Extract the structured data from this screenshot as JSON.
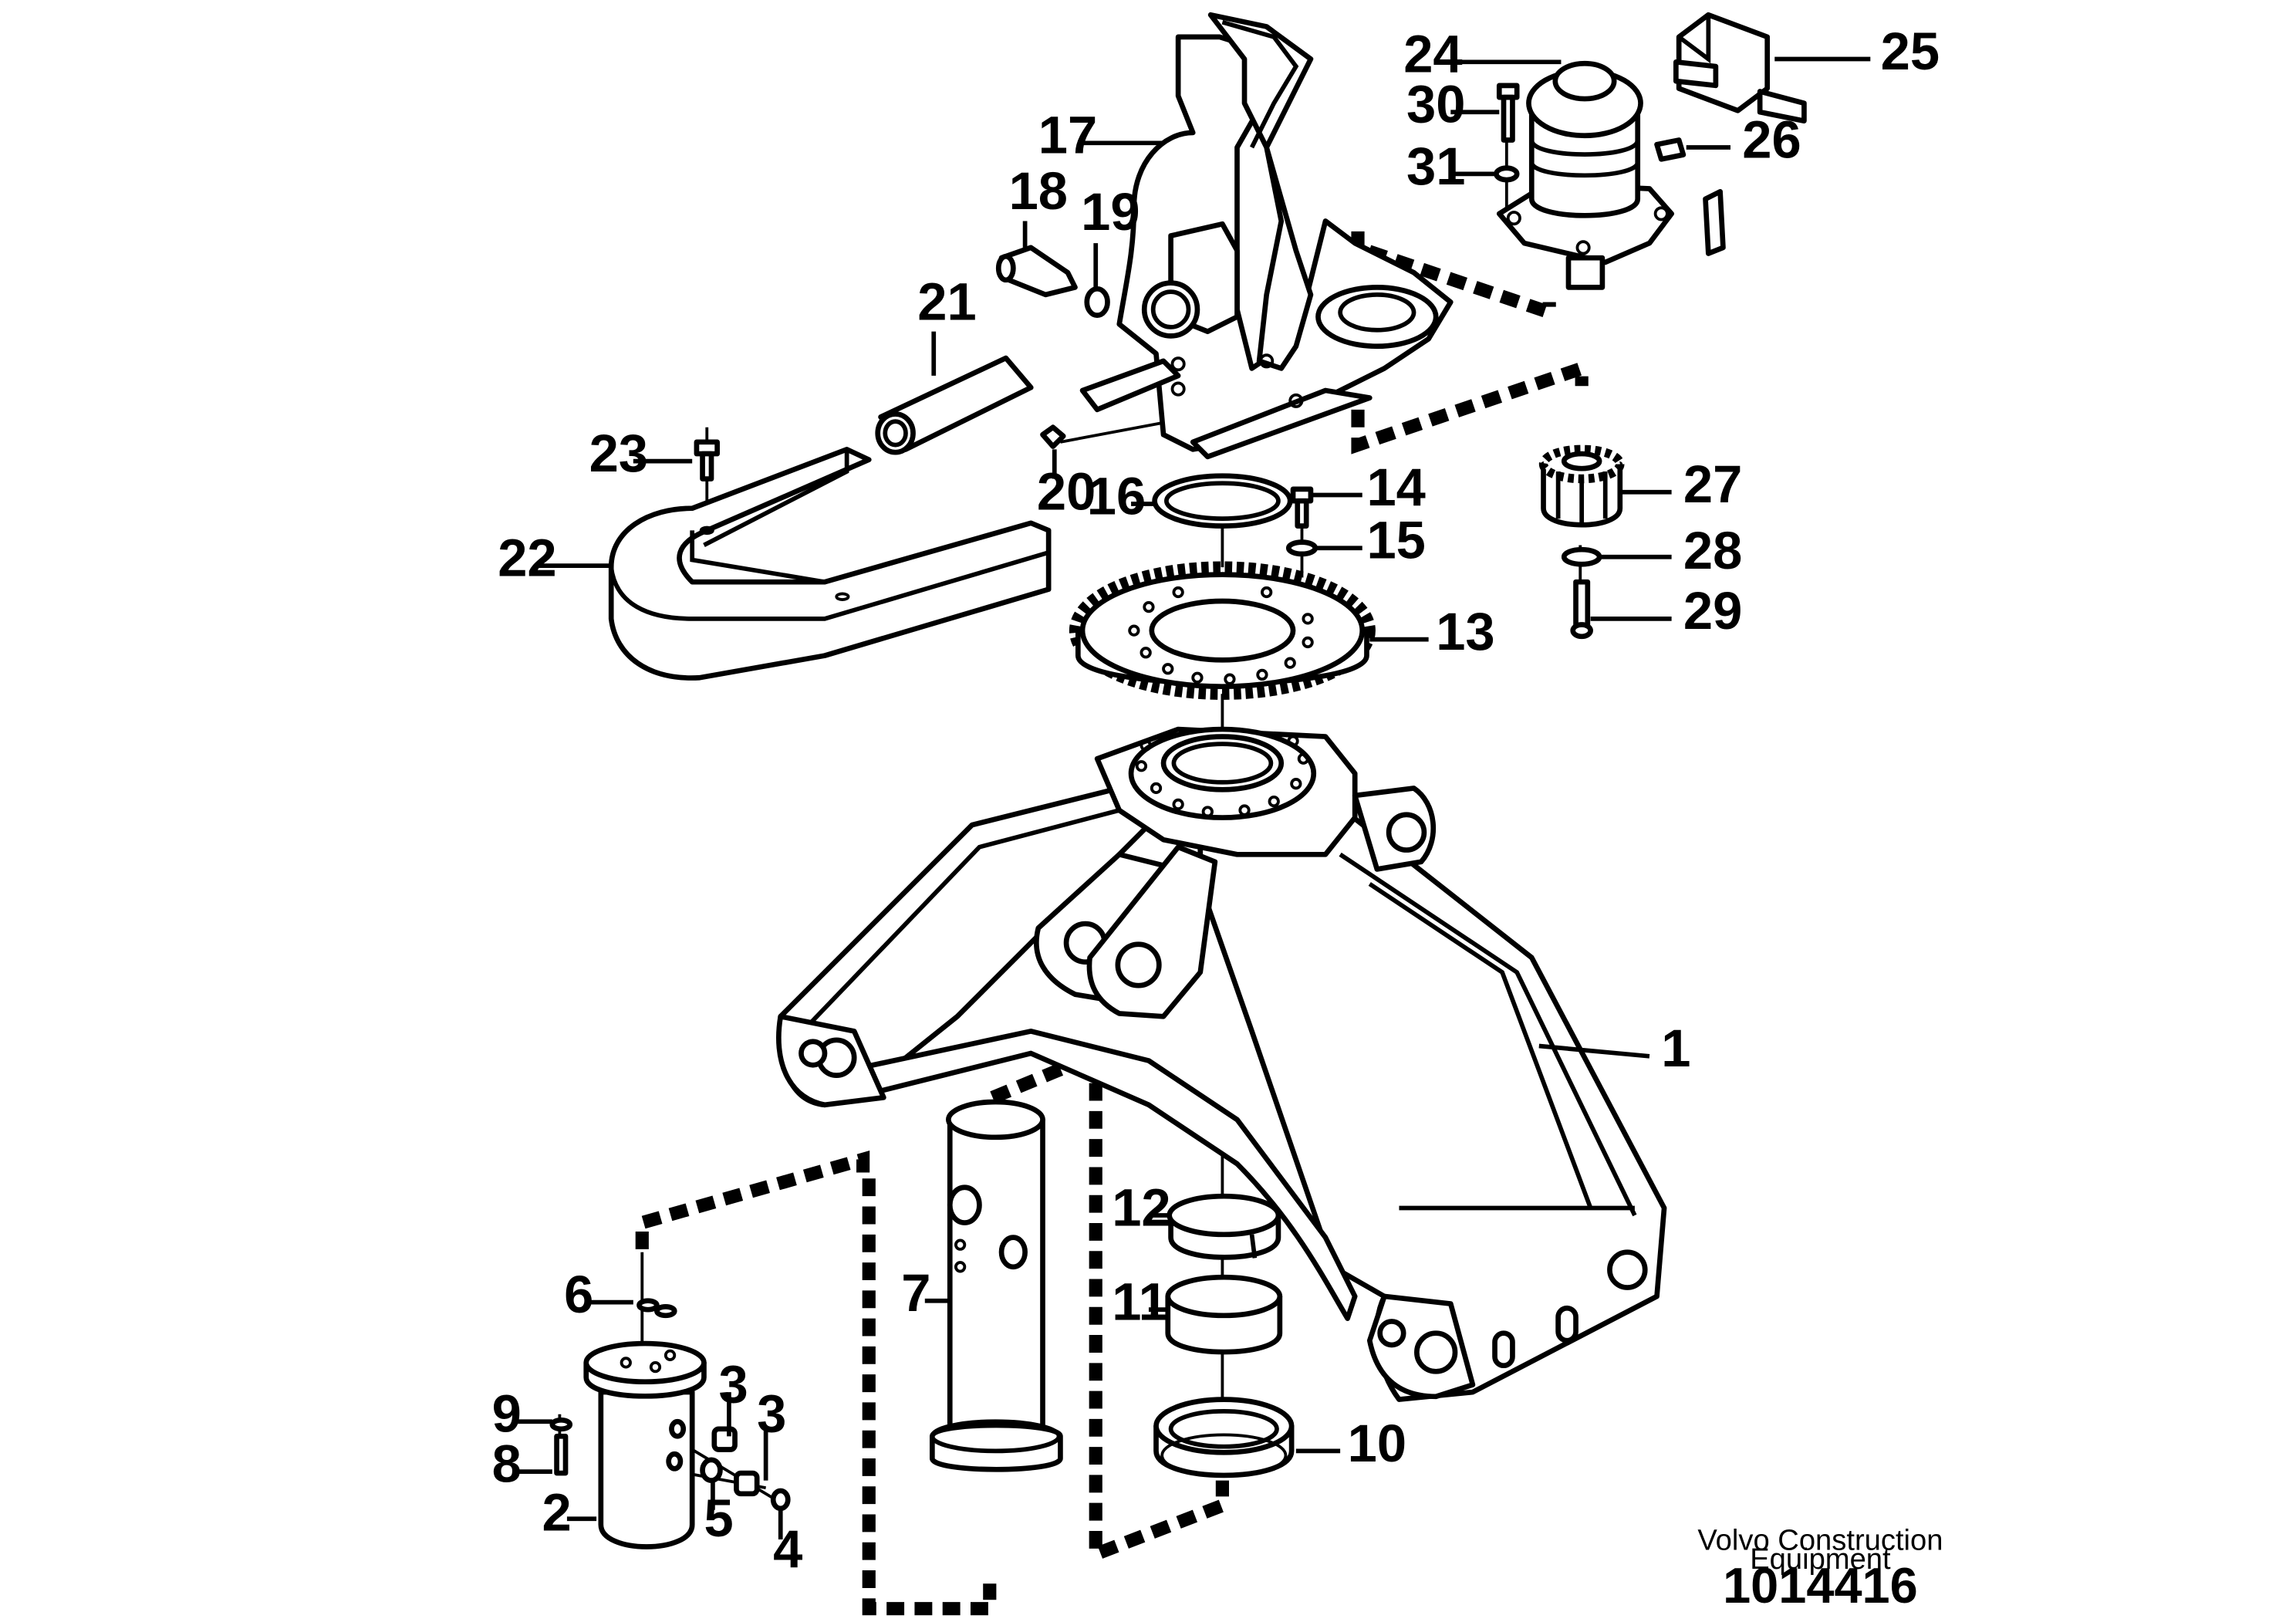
{
  "labels": [
    {
      "id": "1",
      "text": "1"
    },
    {
      "id": "2",
      "text": "2"
    },
    {
      "id": "3a",
      "text": "3"
    },
    {
      "id": "3b",
      "text": "3"
    },
    {
      "id": "4",
      "text": "4"
    },
    {
      "id": "5",
      "text": "5"
    },
    {
      "id": "6",
      "text": "6"
    },
    {
      "id": "7",
      "text": "7"
    },
    {
      "id": "8",
      "text": "8"
    },
    {
      "id": "9",
      "text": "9"
    },
    {
      "id": "10",
      "text": "10"
    },
    {
      "id": "11",
      "text": "11"
    },
    {
      "id": "12",
      "text": "12"
    },
    {
      "id": "13",
      "text": "13"
    },
    {
      "id": "14",
      "text": "14"
    },
    {
      "id": "15",
      "text": "15"
    },
    {
      "id": "16",
      "text": "16"
    },
    {
      "id": "17",
      "text": "17"
    },
    {
      "id": "18",
      "text": "18"
    },
    {
      "id": "19",
      "text": "19"
    },
    {
      "id": "20",
      "text": "20"
    },
    {
      "id": "21",
      "text": "21"
    },
    {
      "id": "22",
      "text": "22"
    },
    {
      "id": "23",
      "text": "23"
    },
    {
      "id": "24",
      "text": "24"
    },
    {
      "id": "25",
      "text": "25"
    },
    {
      "id": "26",
      "text": "26"
    },
    {
      "id": "27",
      "text": "27"
    },
    {
      "id": "28",
      "text": "28"
    },
    {
      "id": "29",
      "text": "29"
    },
    {
      "id": "30",
      "text": "30"
    },
    {
      "id": "31",
      "text": "31"
    }
  ],
  "footer": {
    "company_line1": "Volvo Construction",
    "company_line2": "Equipment",
    "reference": "1014416"
  }
}
